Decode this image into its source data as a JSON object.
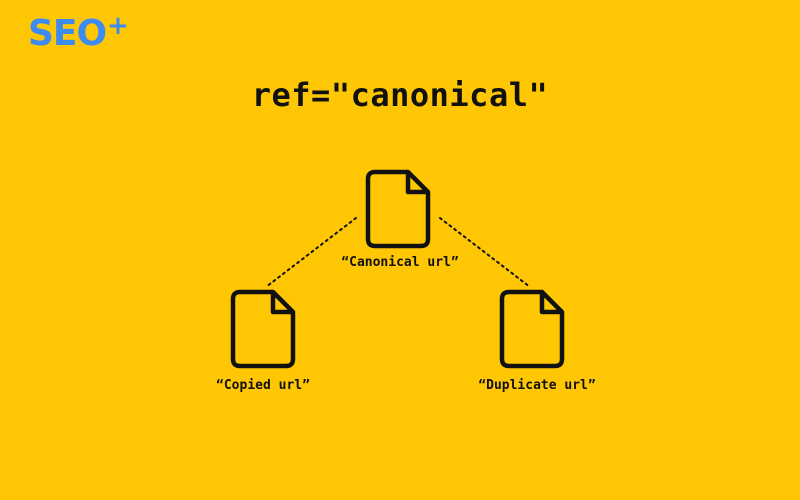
{
  "brand": {
    "logo_text": "SEO",
    "logo_sup": "+",
    "logo_color": "#3B8BF0"
  },
  "background_color": "#FFC703",
  "title": "ref=\"canonical\"",
  "nodes": {
    "canonical": {
      "label": "“Canonical url”",
      "icon": "document-icon"
    },
    "copied": {
      "label": "“Copied url”",
      "icon": "document-icon"
    },
    "duplicate": {
      "label": "“Duplicate url”",
      "icon": "document-icon"
    }
  },
  "connector_style": "dotted"
}
